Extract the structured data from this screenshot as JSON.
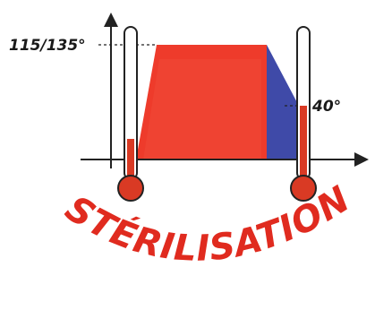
{
  "labels": {
    "top_temp": "115/135°",
    "bottom_temp": "40°"
  },
  "title": "STÉRILISATION",
  "colors": {
    "heat": "#ee3b2b",
    "heat_light": "#f2543f",
    "cool": "#3f4aa8",
    "axis": "#222222",
    "thermo_fill": "#d93a24",
    "title": "#e02b1f"
  }
}
